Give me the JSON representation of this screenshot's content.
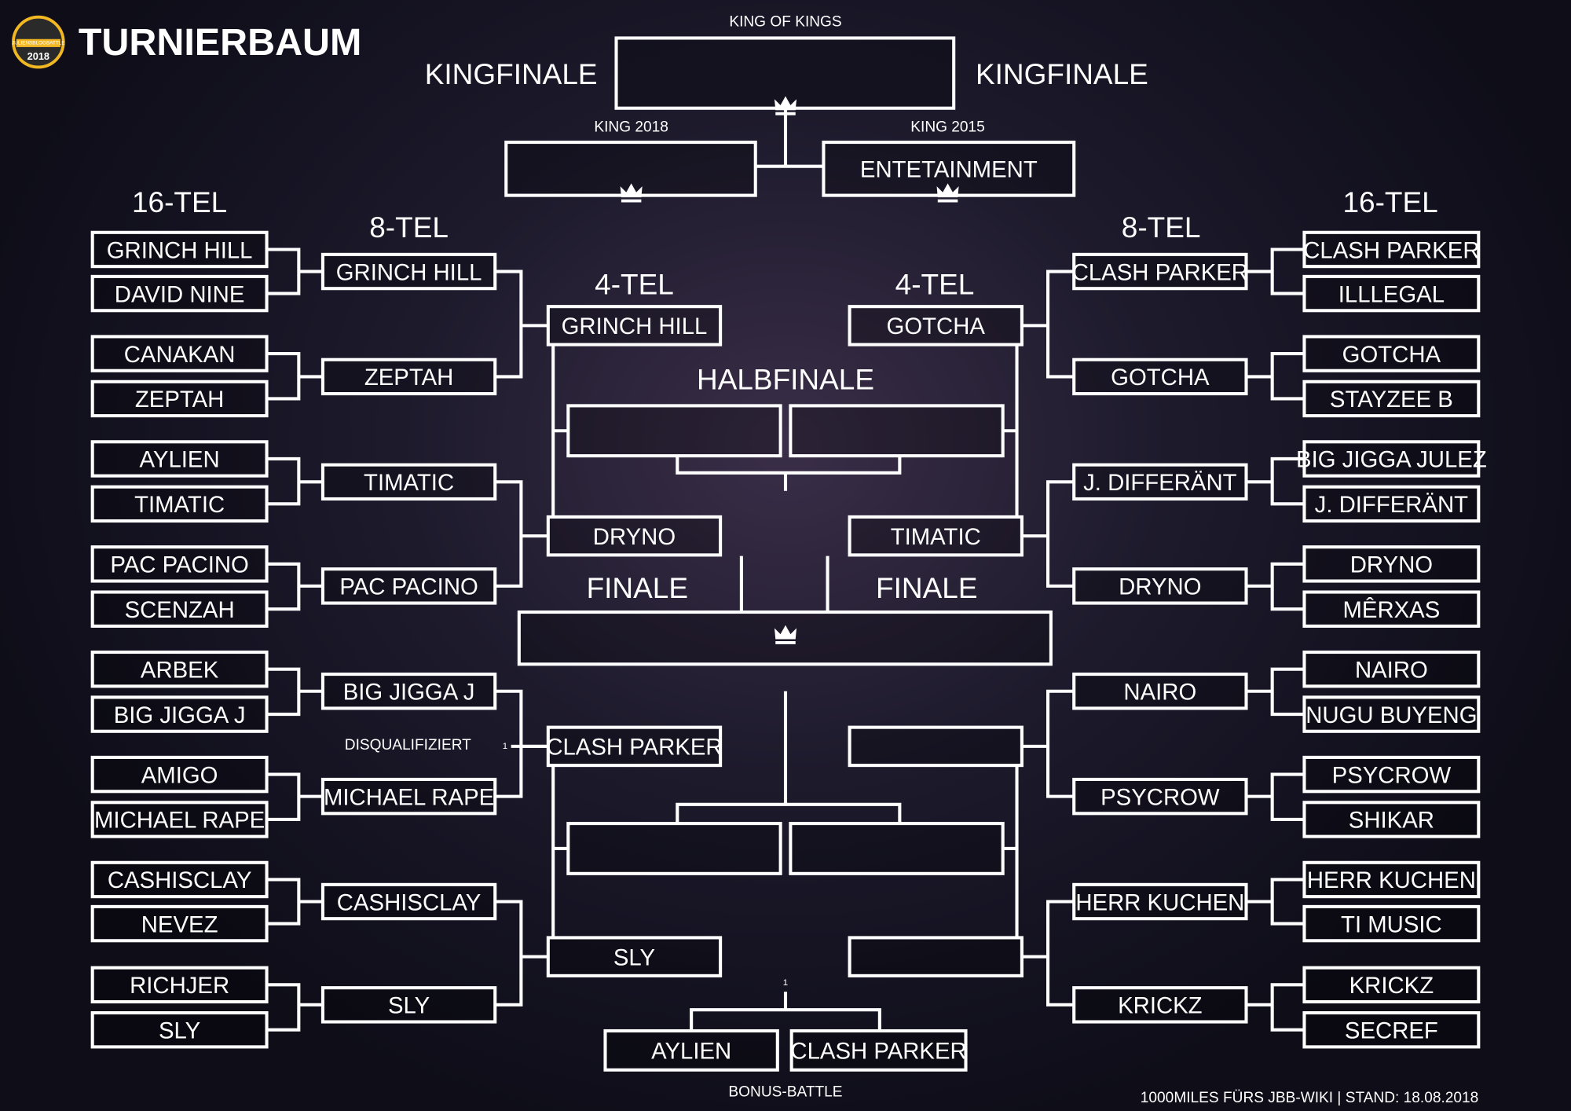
{
  "header": {
    "title": "TURNIERBAUM",
    "logo_text": "JULIENSBLOGBATTLE",
    "logo_year": "2018"
  },
  "labels": {
    "king_of_kings": "KING OF KINGS",
    "kingfinale": "KINGFINALE",
    "king_2018": "KING 2018",
    "king_2015": "KING 2015",
    "sixteenth": "16-TEL",
    "eighth": "8-TEL",
    "quarter": "4-TEL",
    "halbfinale": "HALBFINALE",
    "finale": "FINALE",
    "disqualifiziert": "DISQUALIFIZIERT",
    "disq_mark": "1",
    "bonus_mark": "1",
    "bonus_battle": "BONUS-BATTLE",
    "footer": "1000MILES FÜRS JBB-WIKI | STAND: 18.08.2018"
  },
  "king": {
    "final": "",
    "king_2018": "",
    "king_2015": "ENTETAINMENT"
  },
  "left": {
    "sixteenth": [
      "GRINCH HILL",
      "DAVID NINE",
      "CANAKAN",
      "ZEPTAH",
      "AYLIEN",
      "TIMATIC",
      "PAC PACINO",
      "SCENZAH",
      "ARBEK",
      "BIG JIGGA J",
      "AMIGO",
      "MICHAEL RAPE",
      "CASHISCLAY",
      "NEVEZ",
      "RICHJER",
      "SLY"
    ],
    "eighth": [
      "GRINCH HILL",
      "ZEPTAH",
      "TIMATIC",
      "PAC PACINO",
      "BIG JIGGA J",
      "MICHAEL RAPE",
      "CASHISCLAY",
      "SLY"
    ],
    "quarter": [
      "GRINCH HILL",
      "DRYNO",
      "CLASH PARKER",
      "SLY"
    ]
  },
  "right": {
    "sixteenth": [
      "CLASH PARKER",
      "ILLLEGAL",
      "GOTCHA",
      "STAYZEE B",
      "BIG JIGGA JULEZ",
      "J. DIFFERÄNT",
      "DRYNO",
      "MÊRXAS",
      "NAIRO",
      "NUGU BUYENG",
      "PSYCROW",
      "SHIKAR",
      "HERR KUCHEN",
      "TI MUSIC",
      "KRICKZ",
      "SECREF"
    ],
    "eighth": [
      "CLASH PARKER",
      "GOTCHA",
      "J. DIFFERÄNT",
      "DRYNO",
      "NAIRO",
      "PSYCROW",
      "HERR KUCHEN",
      "KRICKZ"
    ],
    "quarter": [
      "GOTCHA",
      "TIMATIC",
      "",
      ""
    ]
  },
  "halbfinale": {
    "top": [
      "",
      ""
    ],
    "bottom": [
      "",
      ""
    ]
  },
  "finale": {
    "winner": ""
  },
  "bonus": [
    "AYLIEN",
    "CLASH PARKER"
  ],
  "colors": {
    "lines": "#ffffff",
    "background": "#14121f",
    "logo_gold": "#f2b824"
  }
}
